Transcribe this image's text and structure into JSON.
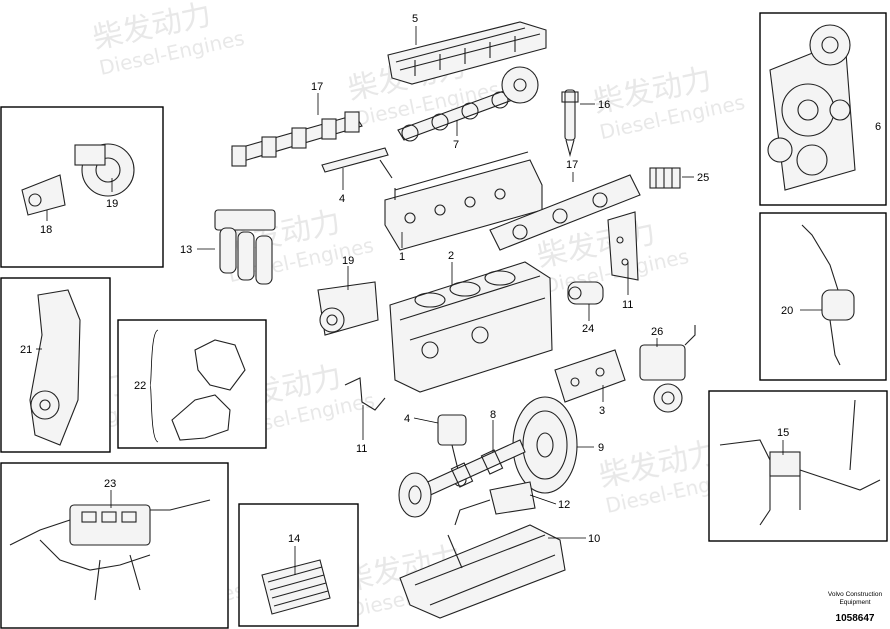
{
  "watermark": {
    "brand_cn": "柴发动力",
    "brand_en": "Diesel-Engines"
  },
  "callouts": {
    "c1": "1",
    "c2": "2",
    "c3": "3",
    "c4a": "4",
    "c4b": "4",
    "c5": "5",
    "c6": "6",
    "c7": "7",
    "c8": "8",
    "c9": "9",
    "c10": "10",
    "c11a": "11",
    "c11b": "11",
    "c12": "12",
    "c13": "13",
    "c14": "14",
    "c15": "15",
    "c16": "16",
    "c17a": "17",
    "c17b": "17",
    "c18": "18",
    "c19a": "19",
    "c19b": "19",
    "c20": "20",
    "c21": "21",
    "c22": "22",
    "c23": "23",
    "c24": "24",
    "c25": "25",
    "c26": "26"
  },
  "footer": {
    "line1": "Volvo Construction",
    "line2": "Equipment",
    "number": "1058647"
  }
}
